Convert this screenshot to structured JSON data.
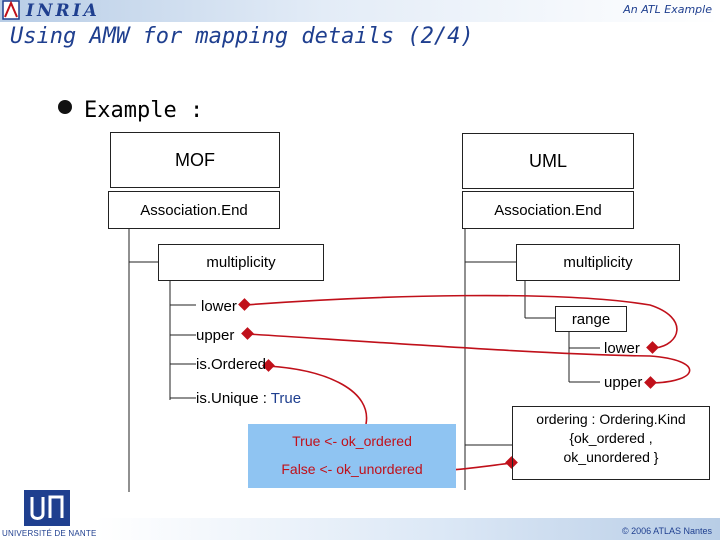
{
  "header": {
    "logo_text": "INRIA",
    "right_text": "An ATL Example"
  },
  "title": "Using AMW for mapping details (2/4)",
  "bullet": "Example :",
  "mof": {
    "package": "MOF",
    "class": "Association.End",
    "multiplicity": "multiplicity",
    "lower": "lower",
    "upper": "upper",
    "isOrdered": "is.Ordered",
    "isUnique_label": "is.Unique :",
    "isUnique_value": "True"
  },
  "uml": {
    "package": "UML",
    "class": "Association.End",
    "multiplicity": "multiplicity",
    "range": "range",
    "lower": "lower",
    "upper": "upper",
    "ordering_line1": "ordering : Ordering.Kind",
    "ordering_line2": "{ok_ordered ,",
    "ordering_line3": "ok_unordered }"
  },
  "mapping": {
    "line1": "True <- ok_ordered",
    "line2": "False <- ok_unordered"
  },
  "footer": {
    "university": "UNIVERSITÉ DE NANTES",
    "copyright": "© 2006 ATLAS Nantes"
  },
  "colors": {
    "title": "#1f3f8f",
    "link": "#c0101a",
    "mapping_box": "#8fc4f2"
  }
}
